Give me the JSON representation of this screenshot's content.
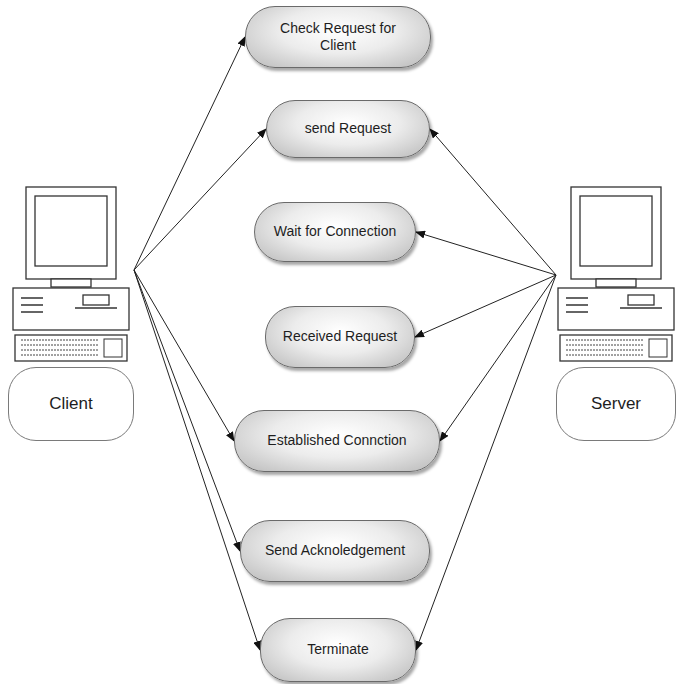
{
  "diagram": {
    "nodes": [
      {
        "text": [
          "Check Request for Client"
        ]
      },
      {
        "text": [
          "send Request"
        ]
      },
      {
        "text": [
          "Wait for Connection"
        ]
      },
      {
        "text": [
          "Received Request"
        ]
      },
      {
        "text": [
          "Established Connction"
        ]
      },
      {
        "text": [
          "Send Acknoledgement"
        ]
      },
      {
        "text": [
          "Terminate"
        ]
      },
      {
        "text": [
          "Client"
        ]
      },
      {
        "text": [
          "Server"
        ]
      }
    ],
    "edges": [
      {
        "from": 7,
        "to": 0,
        "arrow": "to"
      },
      {
        "from": 7,
        "to": 1,
        "arrow": "to"
      },
      {
        "from": 7,
        "to": 4,
        "arrow": "to"
      },
      {
        "from": 7,
        "to": 5,
        "arrow": "to"
      },
      {
        "from": 7,
        "to": 6,
        "arrow": "to"
      },
      {
        "from": 8,
        "to": 1,
        "arrow": "to"
      },
      {
        "from": 8,
        "to": 2,
        "arrow": "to"
      },
      {
        "from": 8,
        "to": 3,
        "arrow": "to"
      },
      {
        "from": 8,
        "to": 4,
        "arrow": "to"
      },
      {
        "from": 8,
        "to": 6,
        "arrow": "to"
      }
    ]
  }
}
